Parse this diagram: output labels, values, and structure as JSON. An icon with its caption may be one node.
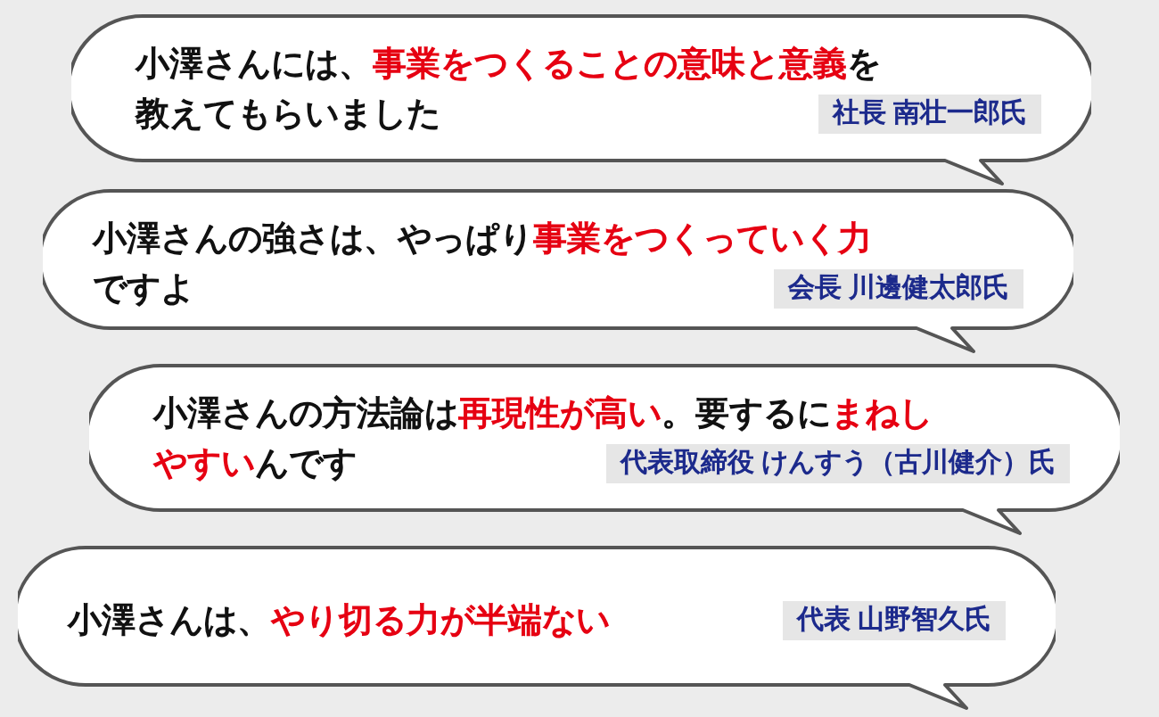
{
  "diagram": {
    "nodes": [
      {
        "text": [
          "小澤さんには、**事業をつくることの意味と意義**を教えてもらいました",
          "社長 南壮一郎氏"
        ]
      },
      {
        "text": [
          "小澤さんの強さは、やっぱり**事業をつくっていく力**ですよ",
          "会長 川邊健太郎氏"
        ]
      },
      {
        "text": [
          "小澤さんの方法論は**再現性が高い**。要するに**まねしやすい**んです",
          "代表取締役 けんすう（古川健介）氏"
        ]
      },
      {
        "text": [
          "小澤さんは、**やり切る力が半端ない**",
          "代表 山野智久氏"
        ]
      }
    ]
  }
}
